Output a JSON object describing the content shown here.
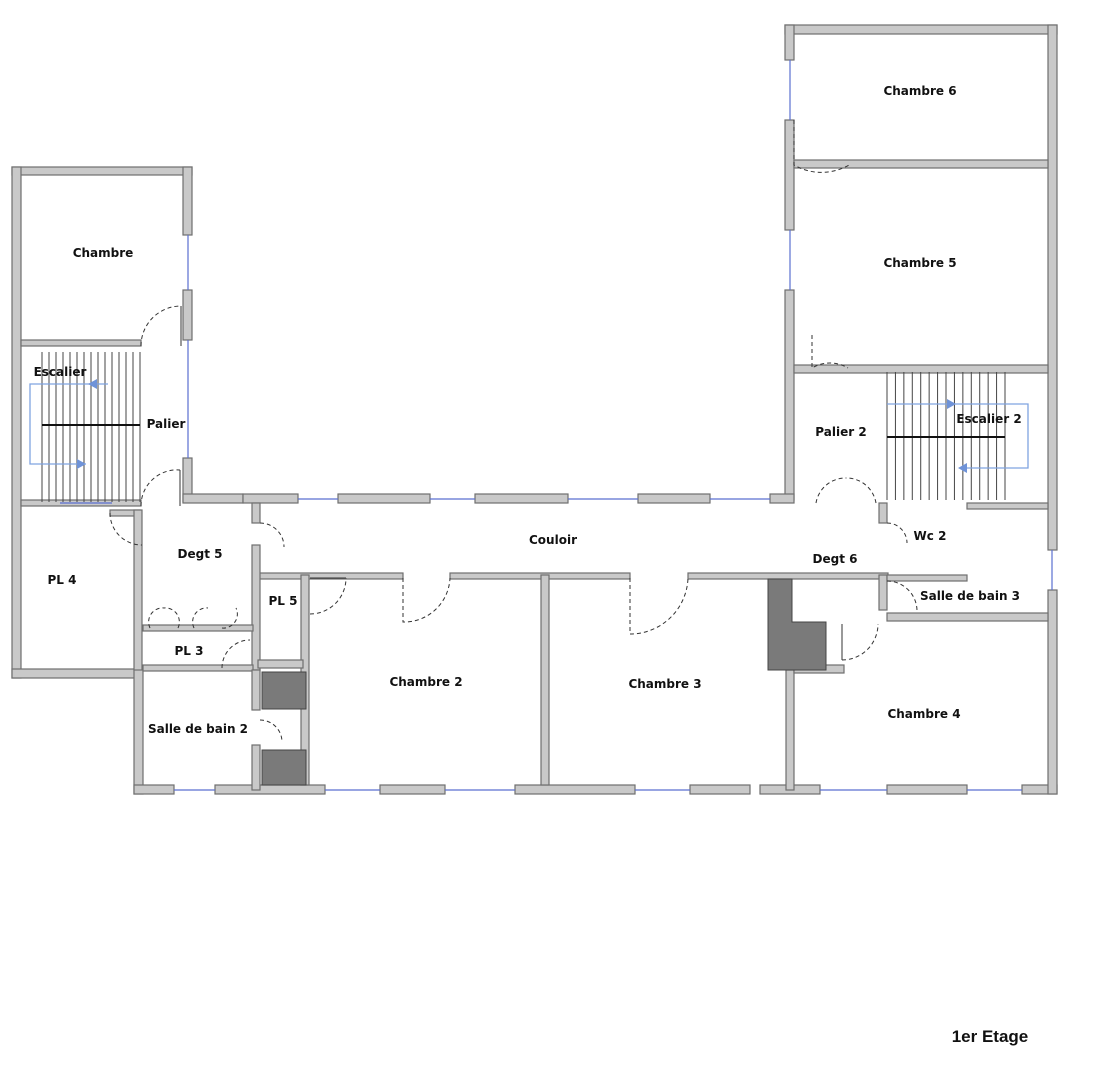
{
  "rooms": {
    "chambre": "Chambre",
    "escalier": "Escalier",
    "palier": "Palier",
    "pl4": "PL 4",
    "degt5": "Degt 5",
    "pl3": "PL 3",
    "salle_de_bain_2": "Salle de bain 2",
    "pl5": "PL 5",
    "couloir": "Couloir",
    "chambre2": "Chambre 2",
    "chambre3": "Chambre 3",
    "chambre4": "Chambre 4",
    "chambre5": "Chambre 5",
    "chambre6": "Chambre 6",
    "palier2": "Palier 2",
    "escalier2": "Escalier 2",
    "degt6": "Degt 6",
    "wc2": "Wc 2",
    "salle_de_bain_3": "Salle de bain 3"
  },
  "floor_title": "1er Etage",
  "colors": {
    "wall": "#c9c9c9",
    "window": "#5a6fd0",
    "duct": "#7a7a7a",
    "stair_arrow": "#7fa3e0"
  }
}
